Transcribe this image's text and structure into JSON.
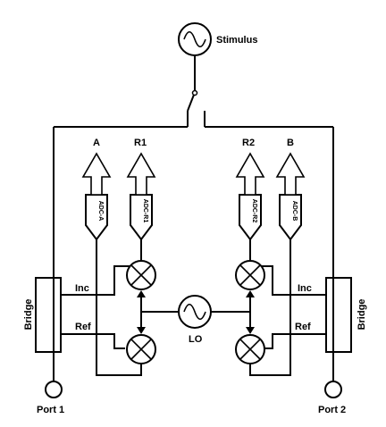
{
  "labels": {
    "stimulus": "Stimulus",
    "lo": "LO",
    "port1": "Port 1",
    "port2": "Port 2",
    "bridge_left": "Bridge",
    "bridge_right": "Bridge",
    "inc_left": "Inc",
    "ref_left": "Ref",
    "inc_right": "Inc",
    "ref_right": "Ref"
  },
  "outputs": {
    "a": "A",
    "r1": "R1",
    "r2": "R2",
    "b": "B"
  },
  "adcs": {
    "a": "ADC-A",
    "r1": "ADC-R1",
    "r2": "ADC-R2",
    "b": "ADC-B"
  }
}
